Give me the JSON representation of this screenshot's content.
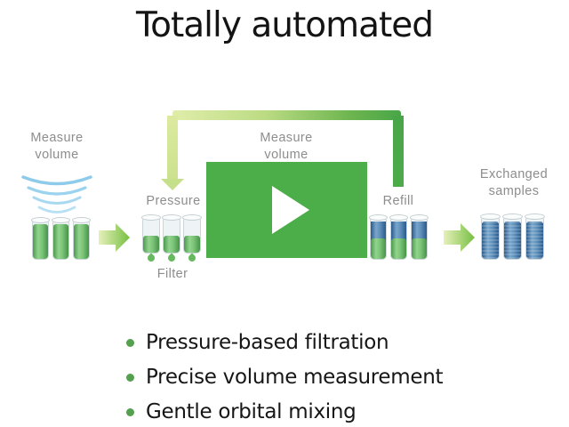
{
  "player": {
    "play_overlay_color": "#4cae48",
    "play_icon": "play-triangle"
  },
  "slide": {
    "title": "Totally automated",
    "diagram": {
      "step_measure_left": "Measure volume",
      "step_measure_loop": "Measure volume",
      "step_pressure": "Pressure",
      "step_filter": "Filter",
      "step_refill": "Refill",
      "step_exchanged": "Exchanged samples"
    },
    "bullets": [
      "Pressure-based filtration",
      "Precise volume measurement",
      "Gentle orbital mixing"
    ],
    "colors": {
      "accent_green": "#4cae48",
      "loop_gradient_start": "#e0edaa",
      "loop_gradient_end": "#48a648",
      "label_gray": "#8d8d8d",
      "wave_blue": "#9fd4ee",
      "sample_green": "#6abf69",
      "sample_blue": "#3c6d9e",
      "bullet_dot": "#54a04e",
      "text_dark": "#161616"
    }
  }
}
